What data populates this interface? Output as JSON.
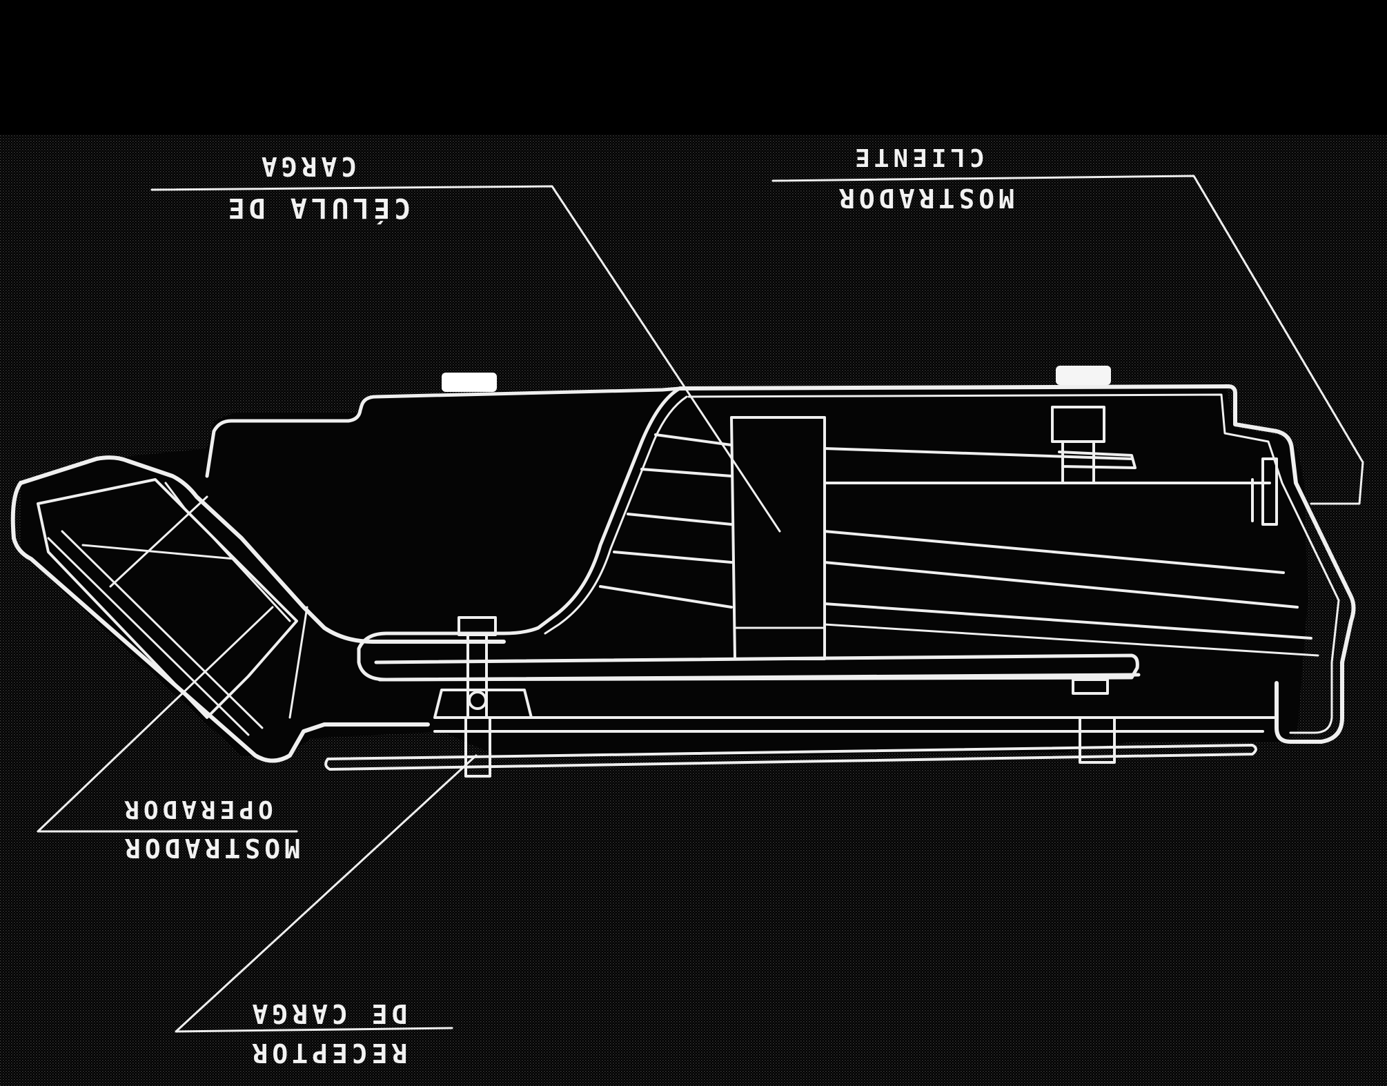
{
  "colors": {
    "background": "#000000",
    "panel_texture": "#2a2a2a",
    "line": "#f0f0f0",
    "highlight": "#ffffff"
  },
  "labels": {
    "celula_line1": "CARGA",
    "celula_line2": "CÉLULA DE",
    "cliente_line1": "CLIENTE",
    "cliente_line2": "MOSTRADOR",
    "operador_line1": "OPERADOR",
    "operador_line2": "MOSTRADOR",
    "receptor_line1": "DE CARGA",
    "receptor_line2": "RECEPTOR"
  }
}
